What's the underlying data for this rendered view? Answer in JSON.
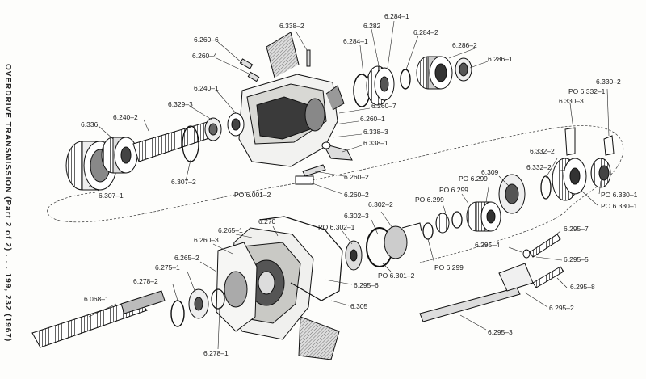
{
  "title": "OVERDRIVE TRANSMISSION (Part 2 of 2) . . . 199, 232 (1967)",
  "colors": {
    "ink": "#1a1a1a",
    "paper": "#fdfdfb",
    "shade": "#8a8a8a"
  },
  "callouts": [
    {
      "id": "c1",
      "text": "6.338–2"
    },
    {
      "id": "c2",
      "text": "6.282"
    },
    {
      "id": "c3",
      "text": "6.284–1"
    },
    {
      "id": "c4",
      "text": "6.284–2"
    },
    {
      "id": "c5",
      "text": "6.284–1"
    },
    {
      "id": "c6",
      "text": "6.260–6"
    },
    {
      "id": "c7",
      "text": "6.260–4"
    },
    {
      "id": "c8",
      "text": "6.286–2"
    },
    {
      "id": "c9",
      "text": "6.286–1"
    },
    {
      "id": "c10",
      "text": "6.240–1"
    },
    {
      "id": "c11",
      "text": "6.329–3"
    },
    {
      "id": "c12",
      "text": "6.240–2"
    },
    {
      "id": "c13",
      "text": "6.336"
    },
    {
      "id": "c14",
      "text": "6.260–7"
    },
    {
      "id": "c15",
      "text": "6.260–1"
    },
    {
      "id": "c16",
      "text": "6.338–3"
    },
    {
      "id": "c17",
      "text": "6.338–1"
    },
    {
      "id": "c18",
      "text": "PO 6.332–1"
    },
    {
      "id": "c19",
      "text": "6.330–2"
    },
    {
      "id": "c20",
      "text": "6.330–3"
    },
    {
      "id": "c21",
      "text": "6.332–2"
    },
    {
      "id": "c22",
      "text": "6.332–2"
    },
    {
      "id": "c23",
      "text": "6.309"
    },
    {
      "id": "c24",
      "text": "PO 6.299"
    },
    {
      "id": "c25",
      "text": "PO 6.299"
    },
    {
      "id": "c26",
      "text": "PO 6.299"
    },
    {
      "id": "c27",
      "text": "PO 6.330–1"
    },
    {
      "id": "c28",
      "text": "PO 6.330–1"
    },
    {
      "id": "c29",
      "text": "6.307–2"
    },
    {
      "id": "c30",
      "text": "6.307–1"
    },
    {
      "id": "c31",
      "text": "6.260–2"
    },
    {
      "id": "c32",
      "text": "PO 6.001–2"
    },
    {
      "id": "c33",
      "text": "6.260–2"
    },
    {
      "id": "c34",
      "text": "6.302–2"
    },
    {
      "id": "c35",
      "text": "6.302–3"
    },
    {
      "id": "c36",
      "text": "PO 6.302–1"
    },
    {
      "id": "c37",
      "text": "6.270"
    },
    {
      "id": "c38",
      "text": "6.265–1"
    },
    {
      "id": "c39",
      "text": "6.260–3"
    },
    {
      "id": "c40",
      "text": "6.265–2"
    },
    {
      "id": "c41",
      "text": "6.275–1"
    },
    {
      "id": "c42",
      "text": "6.278–2"
    },
    {
      "id": "c43",
      "text": "6.068–1"
    },
    {
      "id": "c44",
      "text": "6.278–1"
    },
    {
      "id": "c45",
      "text": "6.295–6"
    },
    {
      "id": "c46",
      "text": "6.305"
    },
    {
      "id": "c47",
      "text": "PO 6.301–2"
    },
    {
      "id": "c48",
      "text": "PO 6.299"
    },
    {
      "id": "c49",
      "text": "6.295–4"
    },
    {
      "id": "c50",
      "text": "6.295–7"
    },
    {
      "id": "c51",
      "text": "6.295–5"
    },
    {
      "id": "c52",
      "text": "6.295–8"
    },
    {
      "id": "c53",
      "text": "6.295–2"
    },
    {
      "id": "c54",
      "text": "6.295–3"
    }
  ]
}
